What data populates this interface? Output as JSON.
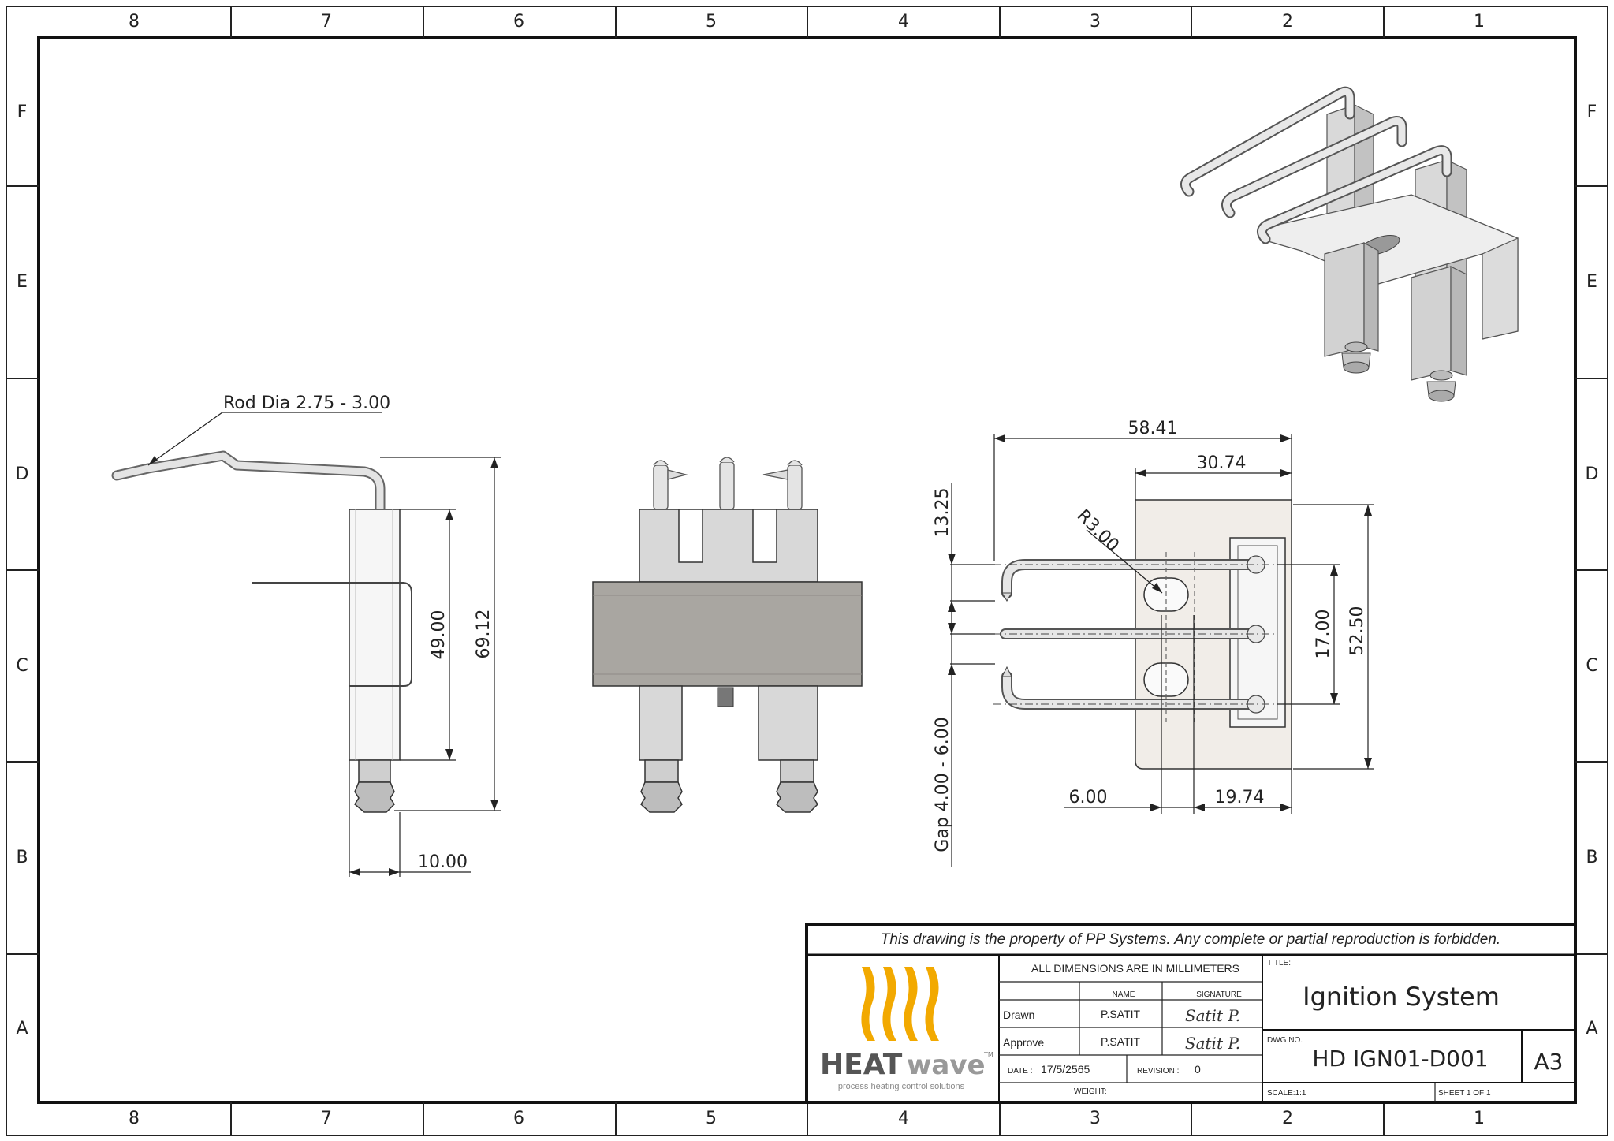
{
  "border": {
    "columns": [
      "8",
      "7",
      "6",
      "5",
      "4",
      "3",
      "2",
      "1"
    ],
    "rows": [
      "F",
      "E",
      "D",
      "C",
      "B",
      "A"
    ]
  },
  "side_view": {
    "rod_note": "Rod Dia 2.75 - 3.00",
    "dim_height_inner": "49.00",
    "dim_height_total": "69.12",
    "dim_width": "10.00"
  },
  "top_view": {
    "dim_overall_width": "58.41",
    "dim_bracket_width": "30.74",
    "dim_radius": "R3.00",
    "dim_offset": "13.25",
    "dim_gap": "Gap 4.00 - 6.00",
    "dim_spacing": "17.00",
    "dim_height": "52.50",
    "dim_slot_width": "6.00",
    "dim_slot_offset": "19.74"
  },
  "title_block": {
    "notice": "This drawing is the property of PP Systems. Any complete or partial reproduction is forbidden.",
    "units_note": "ALL DIMENSIONS ARE IN MILLIMETERS",
    "name_header": "NAME",
    "signature_header": "SIGNATURE",
    "drawn_label": "Drawn",
    "drawn_name": "P.SATIT",
    "drawn_signature": "Satit P.",
    "approve_label": "Approve",
    "approve_name": "P.SATIT",
    "approve_signature": "Satit P.",
    "date_label": "DATE :",
    "date_value": "17/5/2565",
    "revision_label": "REVISION :",
    "revision_value": "0",
    "weight_label": "WEIGHT:",
    "title_label": "TITLE:",
    "title_value": "Ignition System",
    "dwg_label": "DWG NO.",
    "dwg_value": "HD IGN01-D001",
    "size_value": "A3",
    "scale_label": "SCALE:1:1",
    "sheet_label": "SHEET 1 OF 1",
    "logo_brand_heat": "HEAT",
    "logo_brand_wave": "wave",
    "logo_tm": "TM",
    "logo_tagline": "process heating control solutions",
    "logo_color": "#f2a900"
  }
}
